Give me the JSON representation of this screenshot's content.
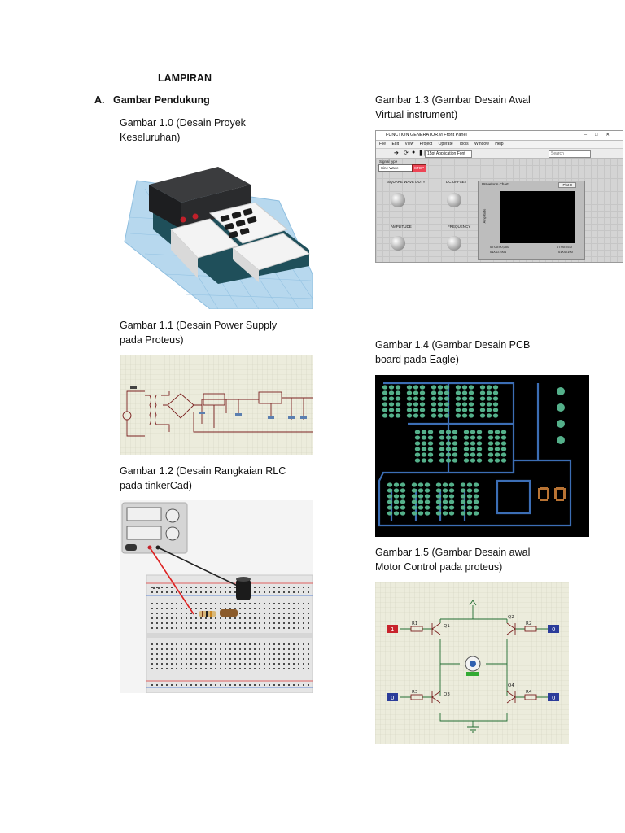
{
  "page": {
    "title": "LAMPIRAN",
    "section_letter": "A.",
    "section_title": "Gambar Pendukung"
  },
  "figures": [
    {
      "caption_line1": "Gambar 1.0 (Desain Proyek",
      "caption_line2": "Keseluruhan)"
    },
    {
      "caption_line1": "Gambar 1.1 (Desain Power Supply",
      "caption_line2": "pada Proteus)"
    },
    {
      "caption_line1": "Gambar 1.2 (Desain Rangkaian RLC",
      "caption_line2": "pada tinkerCad)"
    },
    {
      "caption_line1": "Gambar 1.3 (Gambar Desain Awal",
      "caption_line2": "Virtual instrument)"
    },
    {
      "caption_line1": "Gambar 1.4 (Gambar Desain PCB",
      "caption_line2": "board pada Eagle)"
    },
    {
      "caption_line1": "Gambar 1.5 (Gambar Desain awal",
      "caption_line2": "Motor Control pada proteus)"
    }
  ],
  "labview": {
    "window_title": "FUNCTION GENERATOR.vi Front Panel",
    "menu": [
      "File",
      "Edit",
      "View",
      "Project",
      "Operate",
      "Tools",
      "Window",
      "Help"
    ],
    "font_select": "15pt Application Font",
    "search_placeholder": "Search",
    "signal_type_label": "Signal type",
    "signal_type_value": "Sine Wave",
    "stop_label": "STOP",
    "knob_labels": [
      "SQUARE WAVE DUTY",
      "DC OFFSET",
      "AMPLITUDE",
      "FREQUENCY"
    ],
    "chart_title": "Waveform Chart",
    "plot_label": "Plot 0",
    "y_axis_label": "Amplitude",
    "x_start": "07:00:00,000",
    "x_start_date": "01/01/1904",
    "x_end": "07:00:25,0",
    "x_end_date": "01/01/190"
  },
  "motor": {
    "inputs": [
      "1",
      "0",
      "0",
      "0"
    ],
    "resistors": [
      "R1",
      "R2",
      "R3",
      "R4"
    ],
    "transistors": [
      "Q1",
      "Q2",
      "Q3",
      "Q4"
    ]
  },
  "colors": {
    "tinker_grid": "#a9cde6",
    "box_dark": "#2a2b2d",
    "proteus_bg": "#e8e8d8",
    "eagle_bg": "#000000",
    "eagle_trace": "#3c6eb5",
    "eagle_pad": "#54b08a",
    "labview_bg": "#d4d4d4"
  }
}
